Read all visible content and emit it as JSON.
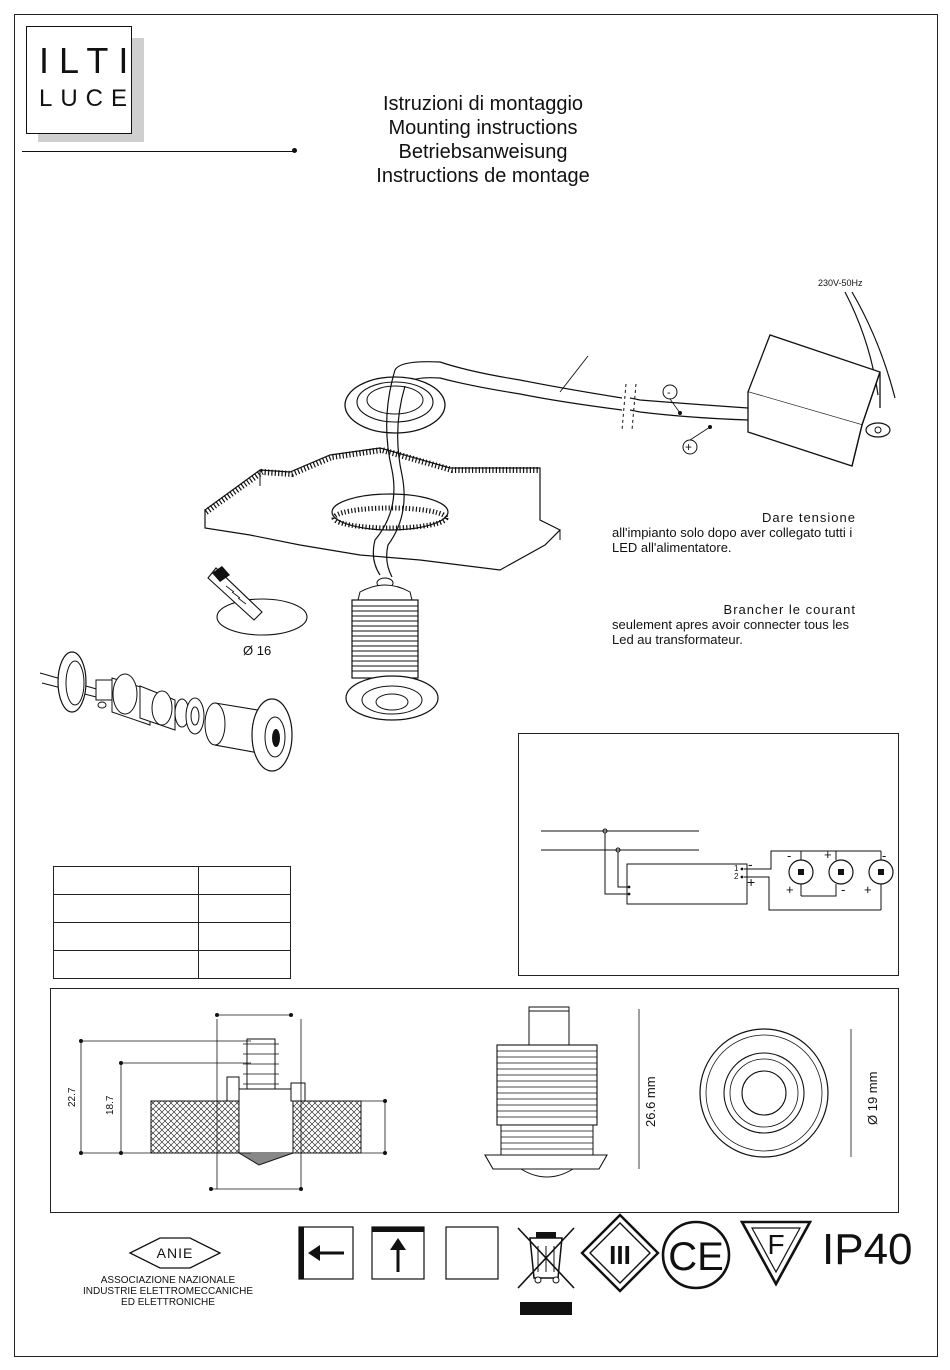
{
  "brand": {
    "line1": "ILTI",
    "line2": "LUCE"
  },
  "titles": [
    "Istruzioni di montaggio",
    "Mounting instructions",
    "Betriebsanweisung",
    "Instructions de montage"
  ],
  "supply_label": "230V-50Hz",
  "hole_diameter": "Ø 16",
  "note_it": {
    "first": "Dare tensione",
    "rest": "all'impianto solo dopo aver collegato tutti i LED all'alimentatore."
  },
  "note_fr": {
    "first": "Brancher le courant",
    "rest": "seulement apres avoir connecter tous les Led au transformateur."
  },
  "wiring": {
    "minus": "-",
    "plus": "+",
    "term1": "1",
    "term2": "2"
  },
  "dimensions": {
    "d1": "22.7",
    "d2": "18.7",
    "height": "26.6 mm",
    "diameter": "Ø 19 mm"
  },
  "anie": {
    "badge": "ANIE",
    "line1": "ASSOCIAZIONE NAZIONALE",
    "line2": "INDUSTRIE ELETTROMECCANICHE",
    "line3": "ED ELETTRONICHE"
  },
  "ip_rating": "IP40",
  "certifications": {
    "class3": "III",
    "ce": "CE",
    "f": "F"
  }
}
